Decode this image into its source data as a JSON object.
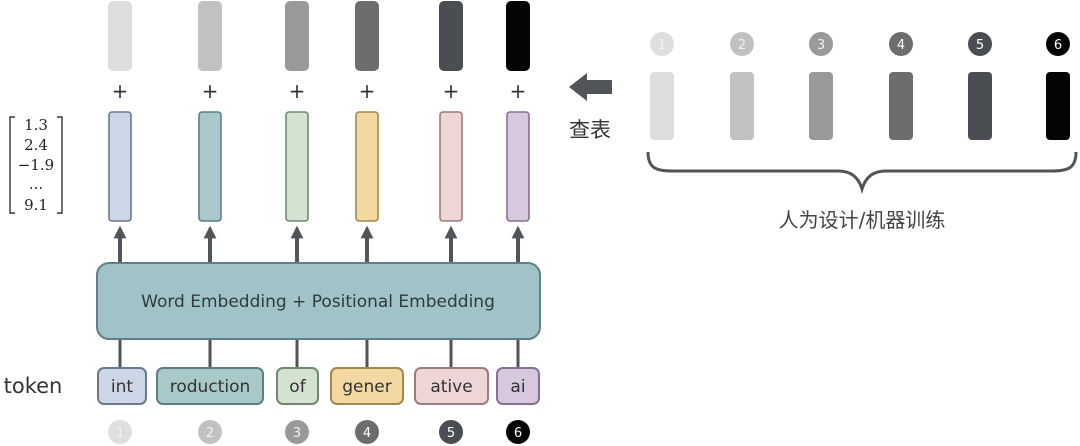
{
  "vector_values": [
    "1.3",
    "2.4",
    "−1.9",
    "...",
    "9.1"
  ],
  "plus_sign": "+",
  "embedding_block_label": "Word Embedding + Positional Embedding",
  "token_row_label": "token",
  "tokens": [
    {
      "text": "int",
      "fill": "#ccd6e6",
      "stroke": "#6b7a8a"
    },
    {
      "text": "roduction",
      "fill": "#a9c8ca",
      "stroke": "#5f7e80"
    },
    {
      "text": "of",
      "fill": "#d3e3d0",
      "stroke": "#6e8a6c"
    },
    {
      "text": "gener",
      "fill": "#f3d9a1",
      "stroke": "#a2884c"
    },
    {
      "text": "ative",
      "fill": "#efd6d6",
      "stroke": "#9c7c7c"
    },
    {
      "text": "ai",
      "fill": "#d8c8de",
      "stroke": "#88708f"
    }
  ],
  "position_indices": [
    "1",
    "2",
    "3",
    "4",
    "5",
    "6"
  ],
  "position_colors": [
    "#dedede",
    "#c1c1c1",
    "#999999",
    "#6d6d6d",
    "#4a4d52",
    "#050505"
  ],
  "lookup_label": "查表",
  "brace_caption": "人为设计/机器训练",
  "colors": {
    "block_fill": "#9fc3c6",
    "block_stroke": "#627f82",
    "arrow": "#4f5559",
    "text_dark": "#333333",
    "text_mid": "#555555"
  }
}
